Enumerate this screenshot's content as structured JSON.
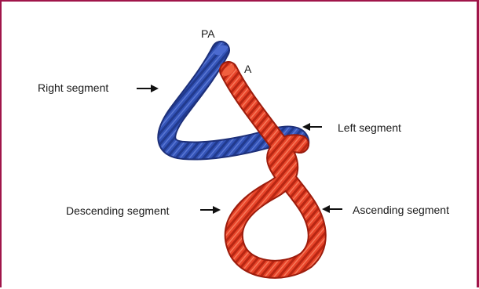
{
  "labels": {
    "pa": "PA",
    "a": "A",
    "right_segment": "Right segment",
    "left_segment": "Left segment",
    "descending_segment": "Descending segment",
    "ascending_segment": "Ascending segment"
  },
  "colors": {
    "frame": "#a0154a",
    "blue_rope": "#2f4fb0",
    "red_rope": "#e63d23",
    "text": "#1a1a1a"
  }
}
